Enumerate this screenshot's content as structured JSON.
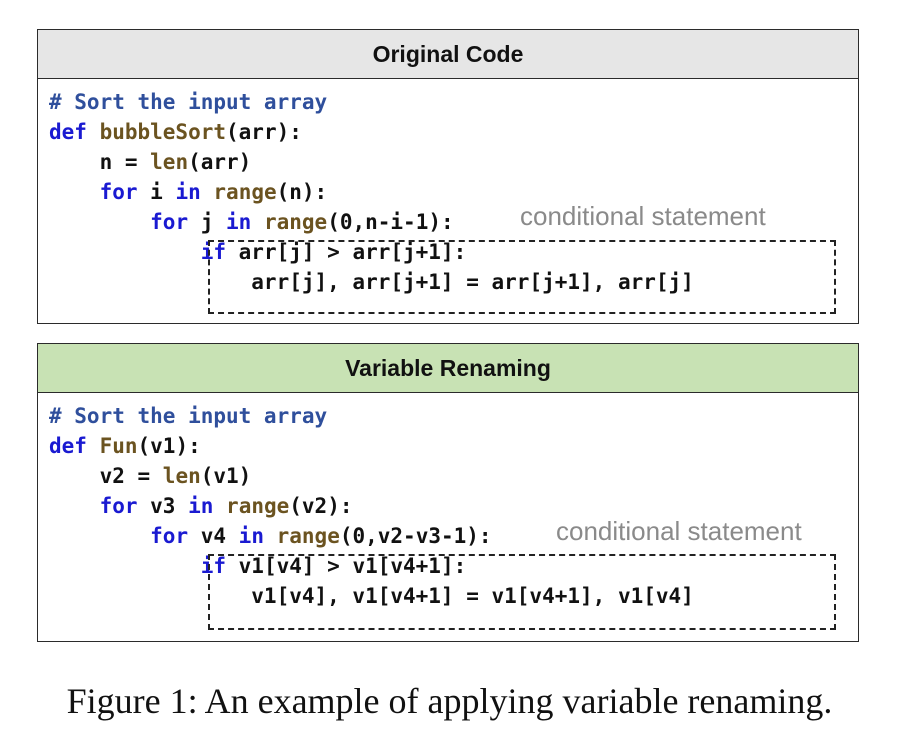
{
  "panels": [
    {
      "title": "Original Code",
      "header_color": "#e6e6e6",
      "lines": [
        "# Sort the input array",
        "def bubbleSort(arr):",
        "    n = len(arr)",
        "    for i in range(n):",
        "        for j in range(0,n-i-1):",
        "            if arr[j] > arr[j+1]:",
        "                arr[j], arr[j+1] = arr[j+1], arr[j]"
      ],
      "annotation": "conditional statement"
    },
    {
      "title": "Variable Renaming",
      "header_color": "#c8e2b4",
      "lines": [
        "# Sort the input array",
        "def Fun(v1):",
        "    v2 = len(v1)",
        "    for v3 in range(v2):",
        "        for v4 in range(0,v2-v3-1):",
        "            if v1[v4] > v1[v4+1]:",
        "                v1[v4], v1[v4+1] = v1[v4+1], v1[v4]"
      ],
      "annotation": "conditional statement"
    }
  ],
  "caption": "Figure 1: An example of applying variable renaming.",
  "colors": {
    "keyword": "#1a1ad1",
    "comment": "#2f4f9c",
    "function": "#6b5320",
    "annotation": "#8a8a8a"
  }
}
